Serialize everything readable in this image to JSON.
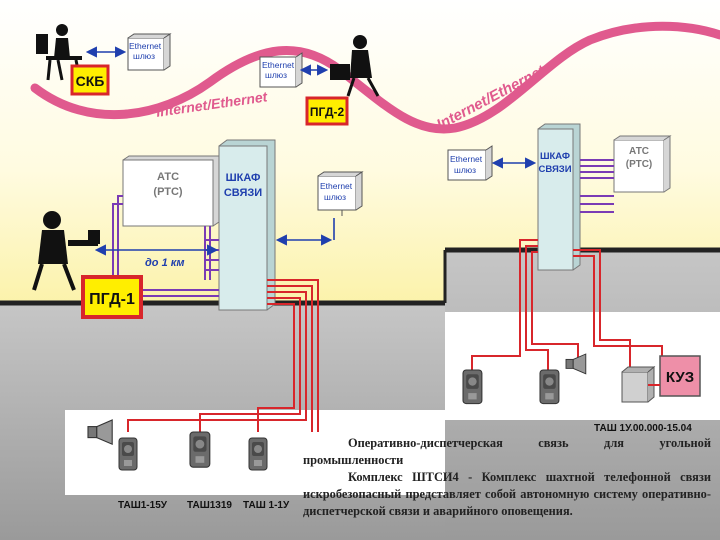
{
  "labels": {
    "skb": "СКБ",
    "pgd1": "ПГД-1",
    "pgd2": "ПГД-2",
    "kuz": "КУЗ",
    "internet_left": "Internet/Ethernet",
    "internet_right": "Internet/Ethernet",
    "gateway_line1": "Ethernet",
    "gateway_line2": "шлюз",
    "ats_line1": "АТС",
    "ats_line2": "(РТС)",
    "cabinet_line1": "ШКАФ",
    "cabinet_line2": "СВЯЗИ",
    "distance": "до 1 км",
    "device_right": "ТАШ 1У.00.000-15.04",
    "device_1": "ТАШ1-15У",
    "device_2": "ТАШ1319",
    "device_3": "ТАШ 1-1У"
  },
  "caption": {
    "title": "Оперативно-диспетчерская связь для угольной промышленности",
    "body": "Комплекс ШТСИ4 - Комплекс шахтной телефонной связи искробезопасный представляет собой автономную систему оперативно-диспетчерской связи и аварийного оповещения."
  },
  "colors": {
    "background_yellow": "#fdf7c4",
    "ground_gray": "#a8a8a8",
    "wave": "#e05a8e",
    "wire_red": "#d8262b",
    "wire_purple": "#7a3bb5",
    "label_yellow": "#ffee00",
    "label_border_red": "#d8262b",
    "kuz_box": "#ee8fa8",
    "cabinet_fill": "#d8ecec"
  },
  "icons": [
    "operator-icon",
    "headset-operator-icon",
    "telephone-icon",
    "loudspeaker-icon",
    "arrow-icon"
  ]
}
